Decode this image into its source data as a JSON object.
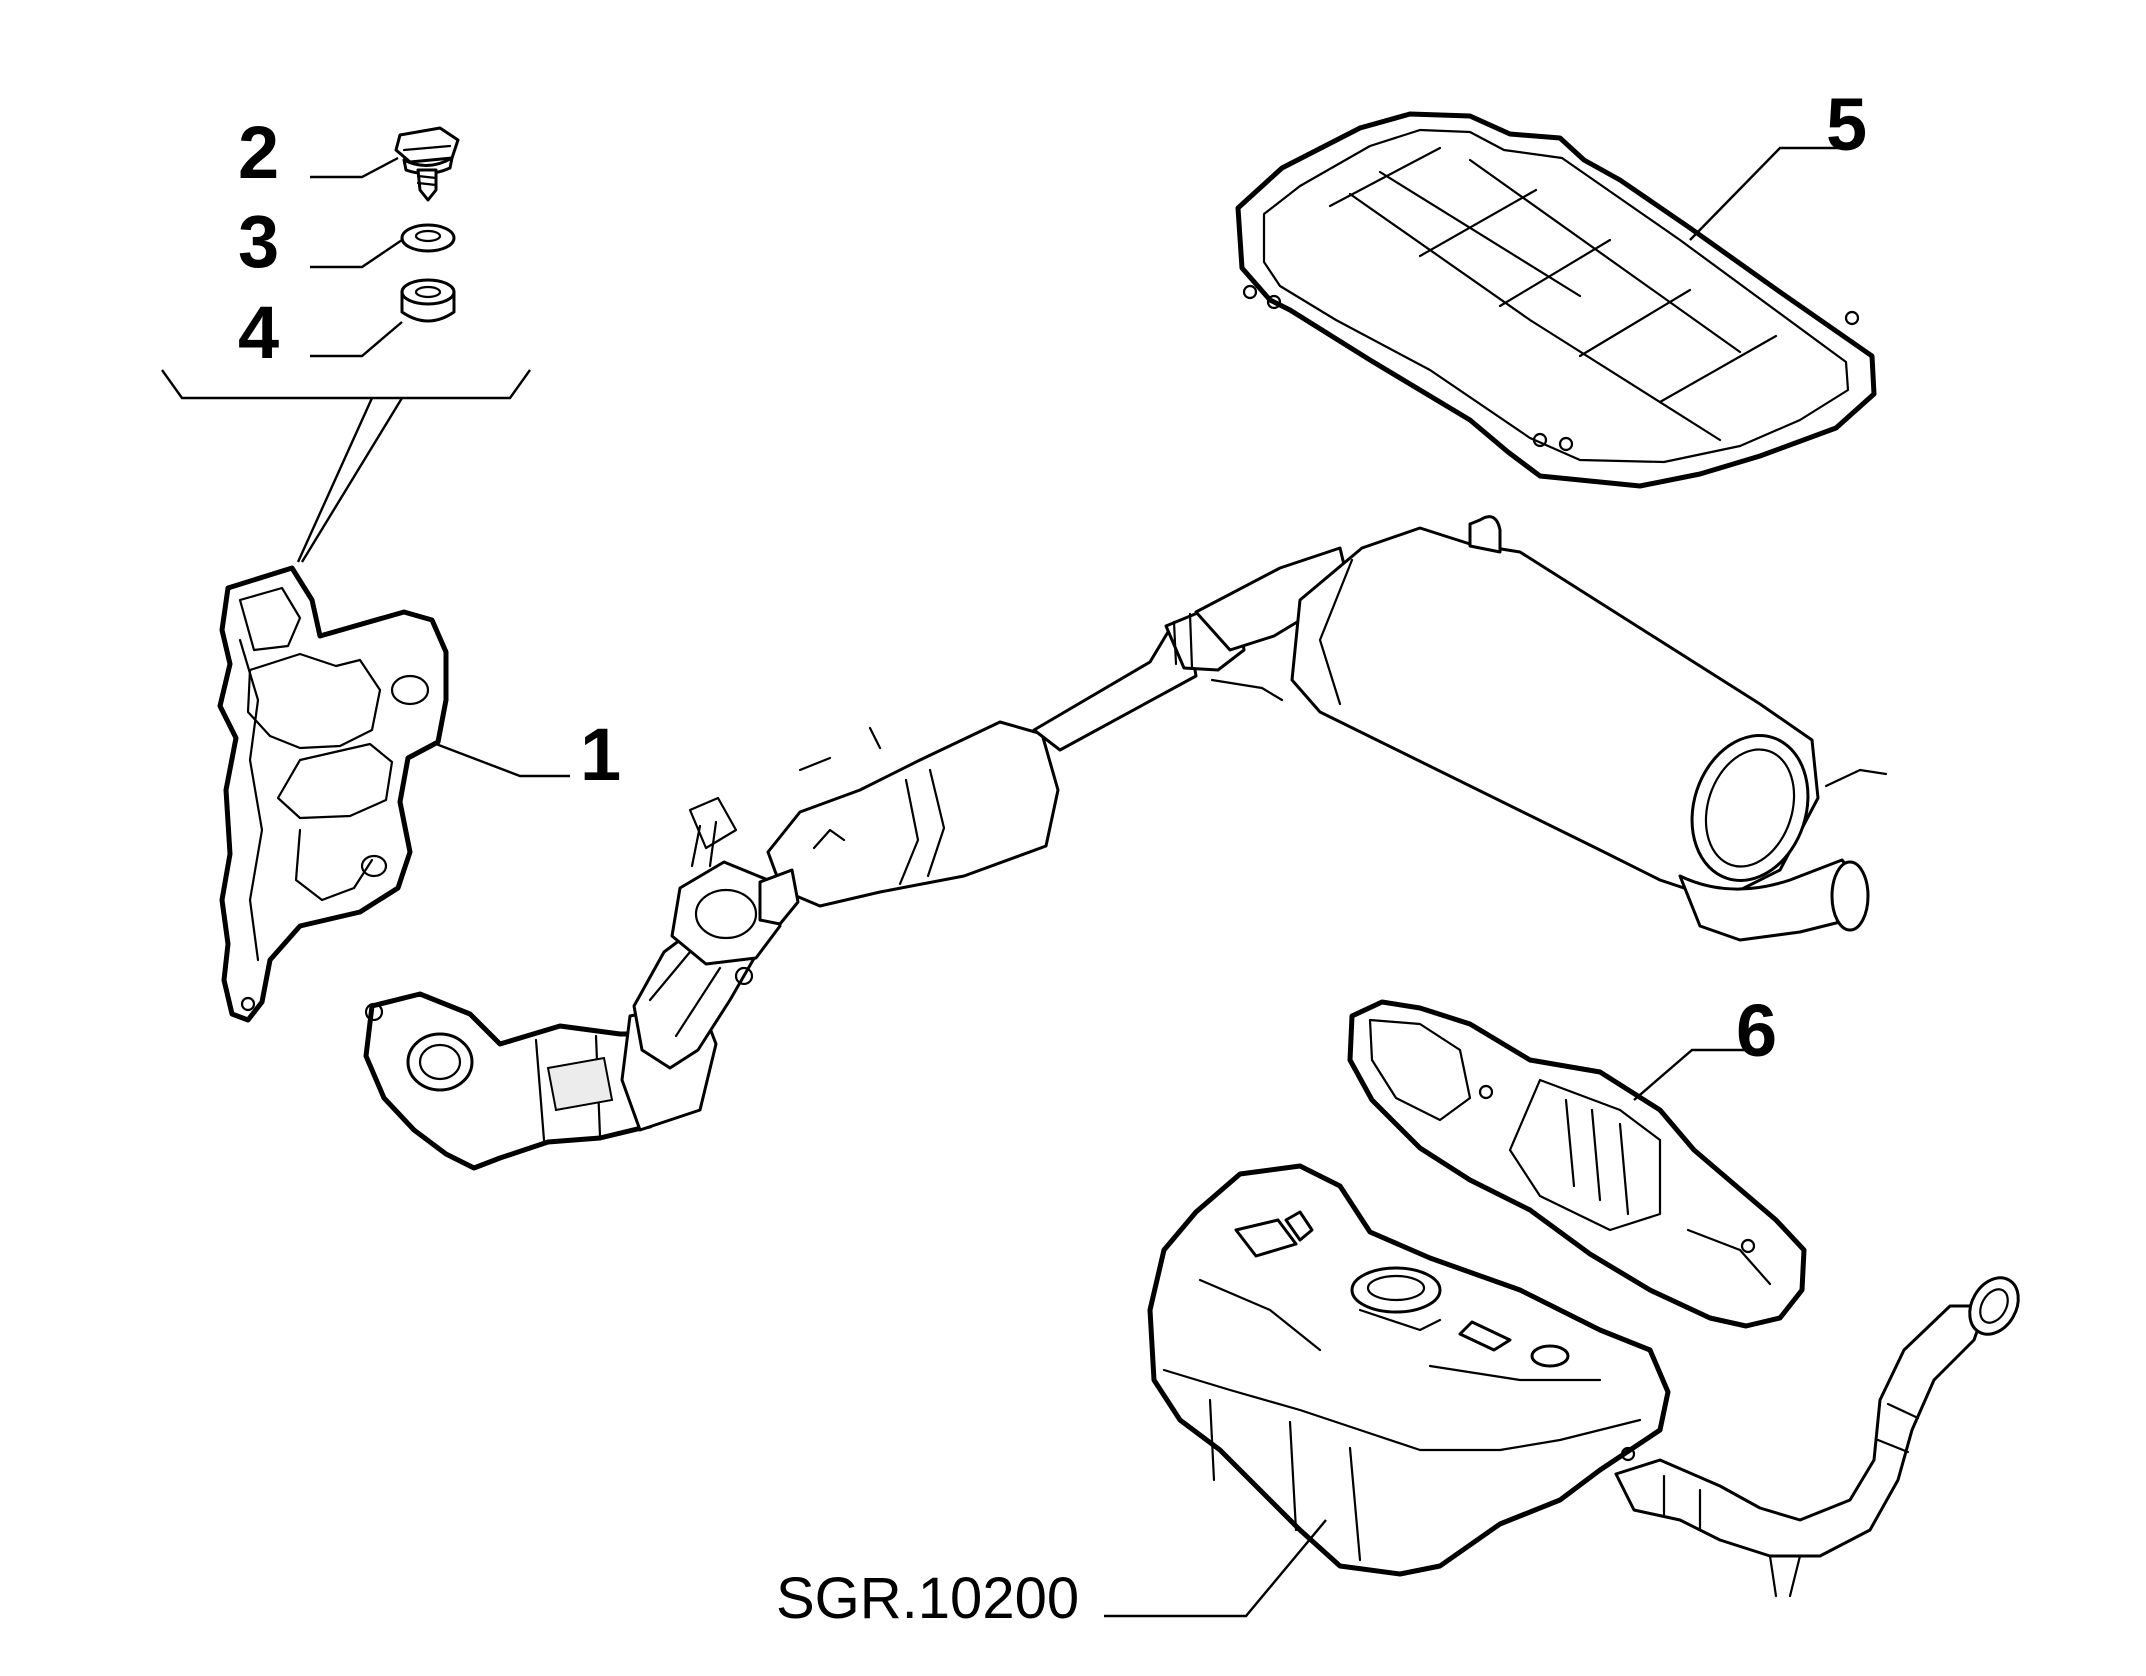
{
  "callouts": [
    {
      "id": "1",
      "label": "1",
      "part": "exhaust manifold heat shield"
    },
    {
      "id": "2",
      "label": "2",
      "part": "flange bolt"
    },
    {
      "id": "3",
      "label": "3",
      "part": "washer"
    },
    {
      "id": "4",
      "label": "4",
      "part": "flange nut"
    },
    {
      "id": "5",
      "label": "5",
      "part": "underbody heat shield"
    },
    {
      "id": "6",
      "label": "6",
      "part": "fuel tank heat shield"
    }
  ],
  "reference": {
    "code": "SGR.10200"
  }
}
